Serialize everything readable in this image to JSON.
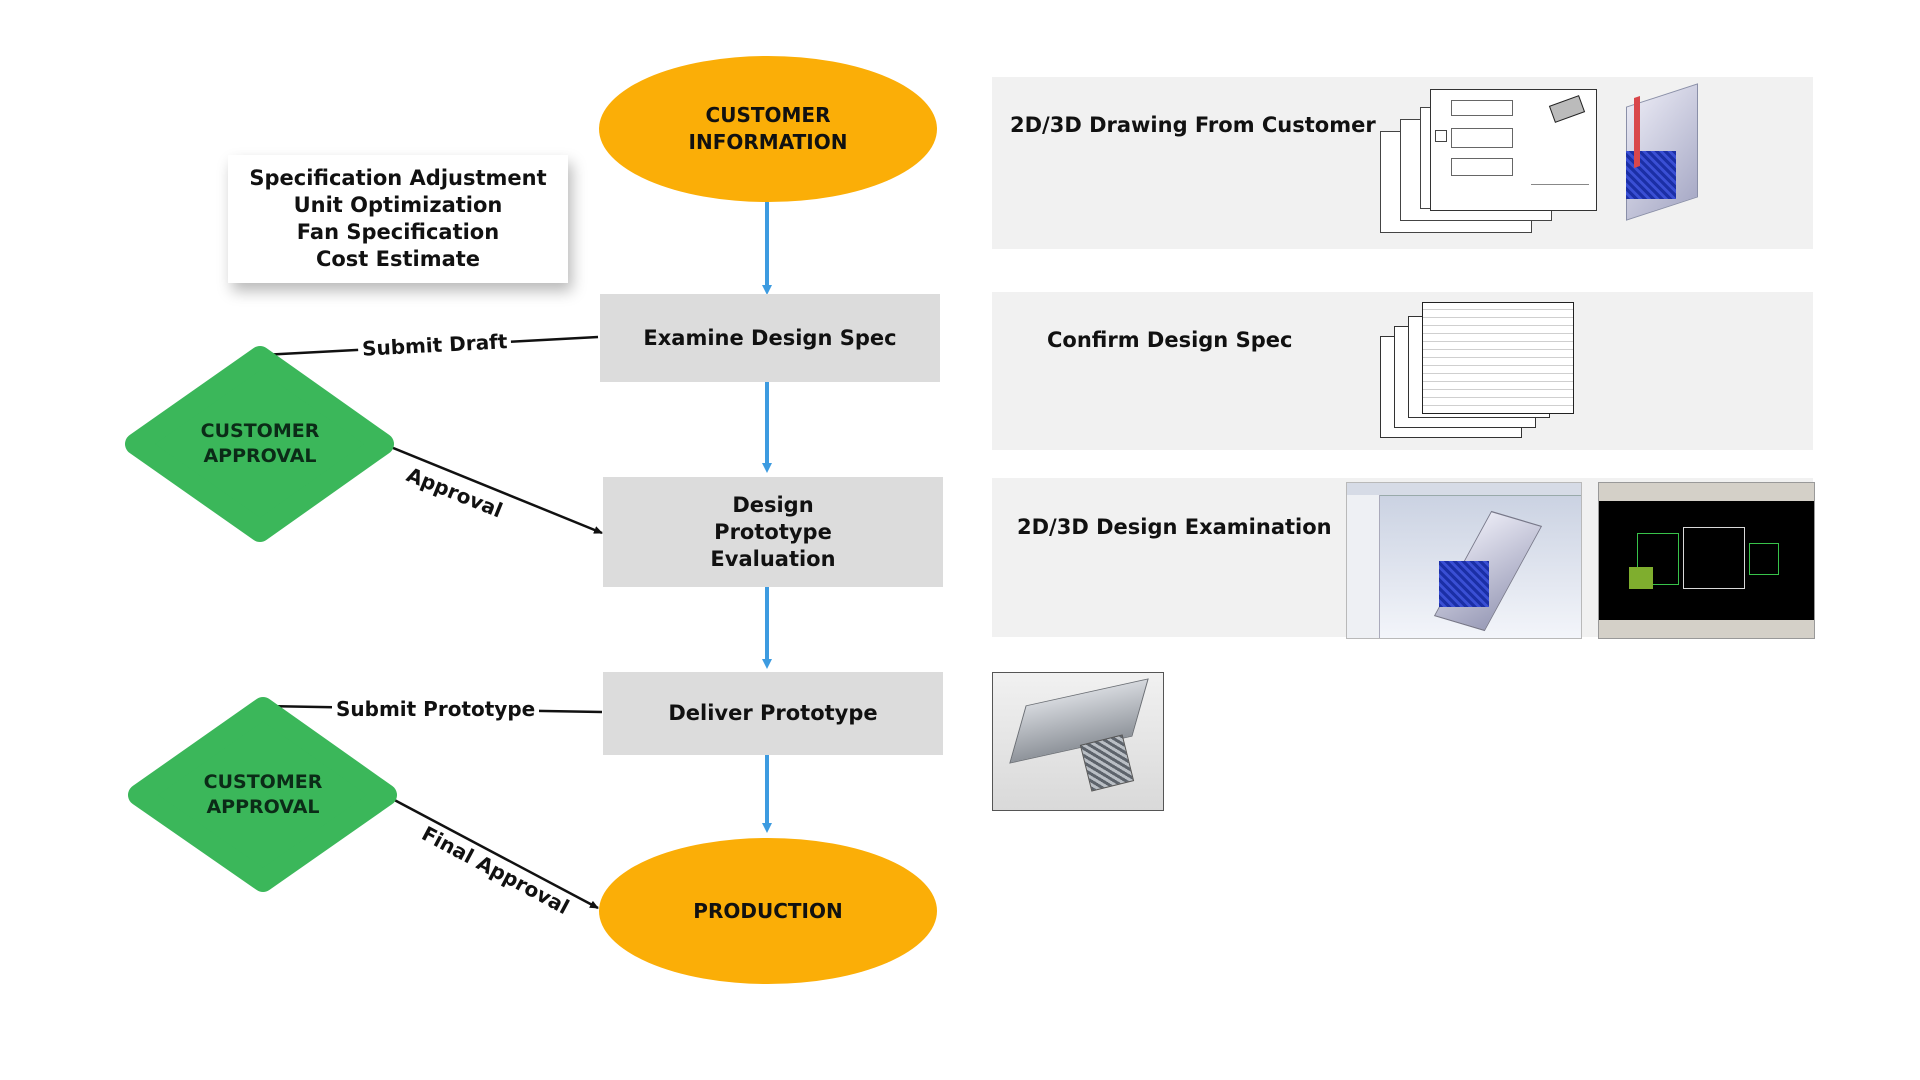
{
  "nodes": {
    "customer_information": [
      "CUSTOMER",
      "INFORMATION"
    ],
    "examine_design_spec": "Examine Design Spec",
    "design_prototype_evaluation": [
      "Design",
      "Prototype",
      "Evaluation"
    ],
    "deliver_prototype": "Deliver Prototype",
    "production": "PRODUCTION",
    "customer_approval_1": [
      "CUSTOMER",
      "APPROVAL"
    ],
    "customer_approval_2": [
      "CUSTOMER",
      "APPROVAL"
    ]
  },
  "note": [
    "Specification Adjustment",
    "Unit Optimization",
    "Fan Specification",
    "Cost Estimate"
  ],
  "edges": {
    "submit_draft": "Submit Draft",
    "approval": "Approval",
    "submit_prototype": "Submit Prototype",
    "final_approval": "Final Approval"
  },
  "panels": {
    "drawing_from_customer": "2D/3D Drawing From Customer",
    "confirm_design_spec": "Confirm Design Spec",
    "design_examination": "2D/3D Design Examination"
  },
  "colors": {
    "oval": "#FBAE07",
    "process_box": "#DCDCDC",
    "diamond": "#3BB75A",
    "arrow": "#3D9BE0",
    "panel": "#F1F1F1"
  }
}
